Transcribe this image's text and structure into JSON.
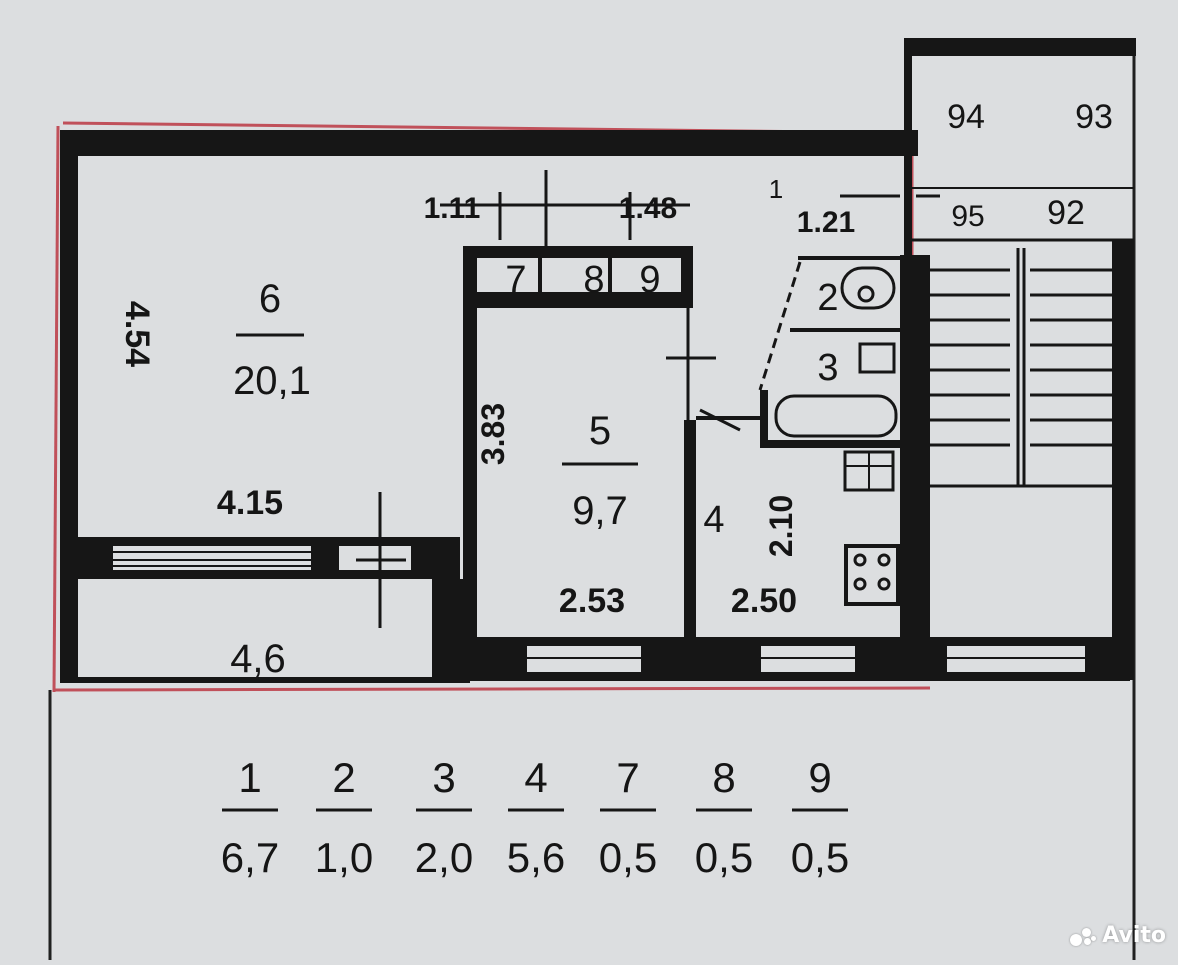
{
  "rooms": [
    {
      "num": "6",
      "area": "20,1"
    },
    {
      "num": "5",
      "area": "9,7"
    },
    {
      "num": "4"
    },
    {
      "num": "2"
    },
    {
      "num": "3"
    },
    {
      "num": "7"
    },
    {
      "num": "8"
    },
    {
      "num": "9"
    },
    {
      "num": "1"
    }
  ],
  "balcony_area": "4,6",
  "dimensions": {
    "d_454": "4.54",
    "d_415": "4.15",
    "d_383": "3.83",
    "d_253": "2.53",
    "d_250": "2.50",
    "d_210": "2.10",
    "d_111": "1.11",
    "d_148": "1.48",
    "d_121": "1.21"
  },
  "neighbors": [
    "94",
    "93",
    "95",
    "92"
  ],
  "legend": [
    {
      "num": "1",
      "area": "6,7"
    },
    {
      "num": "2",
      "area": "1,0"
    },
    {
      "num": "3",
      "area": "2,0"
    },
    {
      "num": "4",
      "area": "5,6"
    },
    {
      "num": "7",
      "area": "0,5"
    },
    {
      "num": "8",
      "area": "0,5"
    },
    {
      "num": "9",
      "area": "0,5"
    }
  ],
  "watermark": {
    "text": "Avito"
  },
  "colors": {
    "wall": "#161616",
    "outline_red": "#c0505a",
    "paper": "#dcdee0"
  }
}
